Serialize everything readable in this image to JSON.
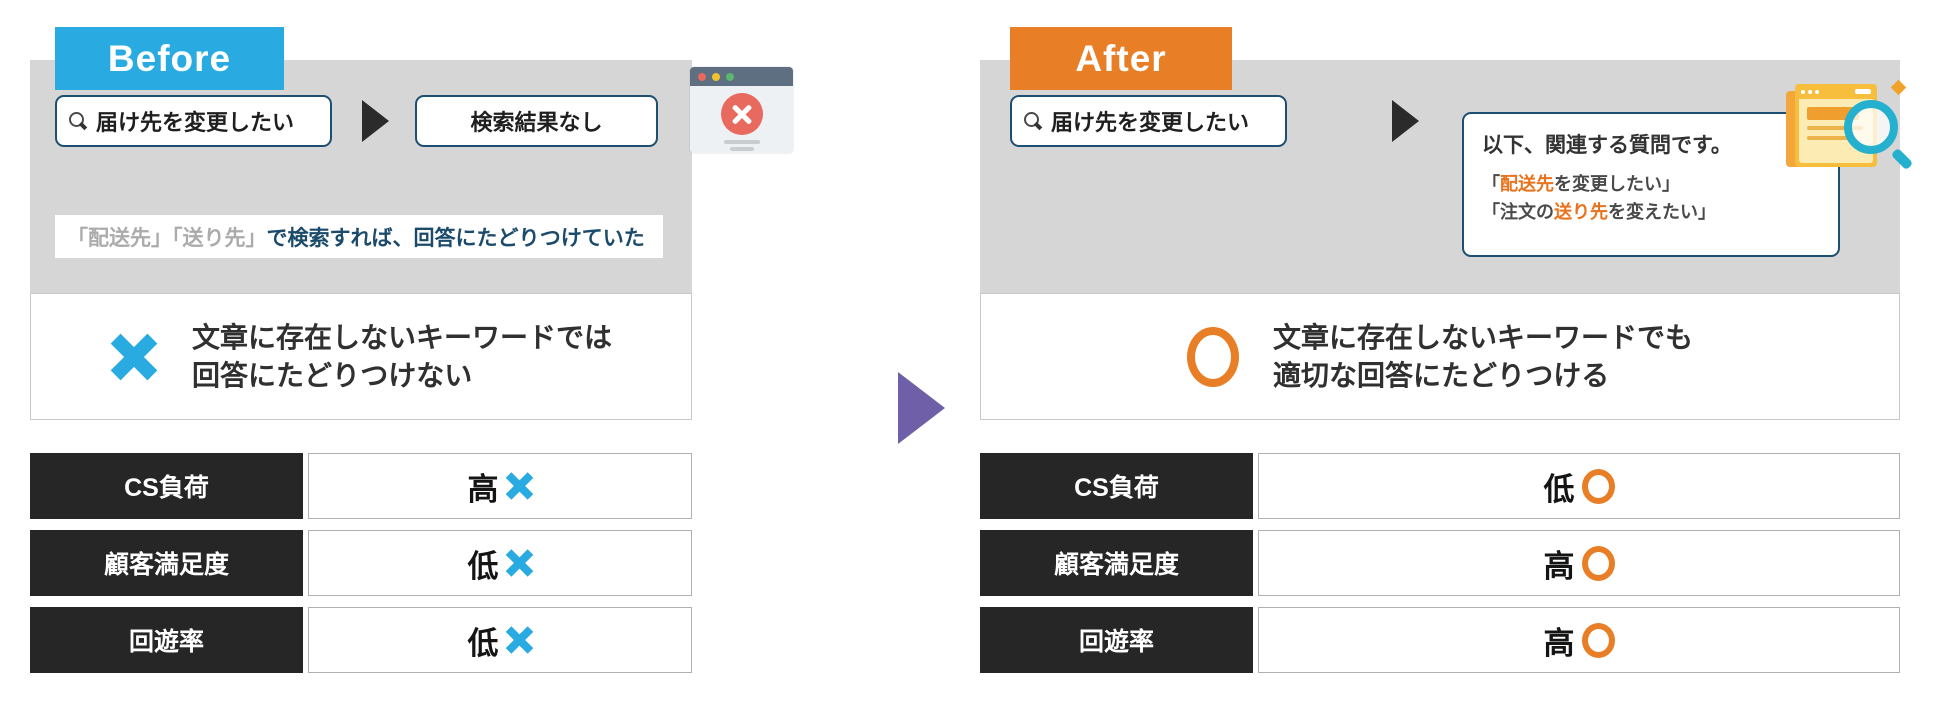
{
  "before": {
    "label": "Before",
    "search_box": {
      "query": "届け先を変更したい"
    },
    "result_box": {
      "text": "検索結果なし"
    },
    "keyword_note": {
      "muted": "「配送先」「送り先」",
      "emphasis": "で検索すれば、回答にたどりつけていた"
    },
    "verdict": {
      "mark": "cross",
      "line1": "文章に存在しないキーワードでは",
      "line2": "回答にたどりつけない"
    },
    "table": [
      {
        "label": "CS負荷",
        "value": "高",
        "mark": "cross"
      },
      {
        "label": "顧客満足度",
        "value": "低",
        "mark": "cross"
      },
      {
        "label": "回遊率",
        "value": "低",
        "mark": "cross"
      }
    ]
  },
  "after": {
    "label": "After",
    "search_box": {
      "query": "届け先を変更したい"
    },
    "answer_box": {
      "title": "以下、関連する質問です。",
      "q1": {
        "pre": "「",
        "highlight": "配送先",
        "post": "を変更したい」"
      },
      "q2": {
        "pre": "「注文の",
        "highlight": "送り先",
        "post": "を変えたい」"
      }
    },
    "verdict": {
      "mark": "circle",
      "line1": "文章に存在しないキーワードでも",
      "line2": "適切な回答にたどりつける"
    },
    "table": [
      {
        "label": "CS負荷",
        "value": "低",
        "mark": "circle"
      },
      {
        "label": "顧客満足度",
        "value": "高",
        "mark": "circle"
      },
      {
        "label": "回遊率",
        "value": "高",
        "mark": "circle"
      }
    ]
  },
  "icons": {
    "search": "magnifier-icon",
    "flow_arrow": "black-right-triangle-icon",
    "transition_arrow": "purple-right-triangle-icon",
    "error_window": "browser-error-window-icon",
    "faq_document": "document-with-magnifier-icon",
    "cross_mark": "cross-mark-icon",
    "circle_mark": "circle-mark-icon"
  },
  "colors": {
    "before_accent": "#29abe2",
    "after_accent": "#e87e25",
    "arrow_purple": "#6e5fa8",
    "box_border_navy": "#1d4f72",
    "note_emphasis_navy": "#1b4a6b",
    "note_muted_gray": "#ababab",
    "panel_gray": "#d6d6d6",
    "table_header_black": "#262626",
    "error_red": "#e8695e",
    "doc_yellow": "#f7bd3d",
    "magnifier_teal": "#26b0cf"
  }
}
